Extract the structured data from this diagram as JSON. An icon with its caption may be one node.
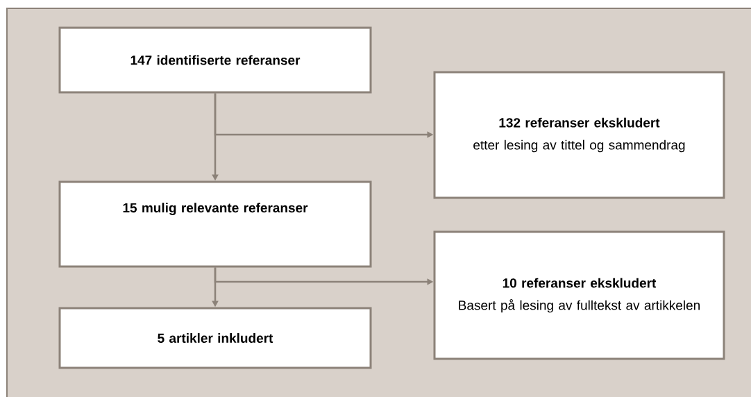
{
  "diagram": {
    "nodes": [
      {
        "text": [
          "147 identifiserte referanser"
        ]
      },
      {
        "text": [
          "132 referanser ekskludert",
          "etter lesing av tittel og sammendrag"
        ]
      },
      {
        "text": [
          "15 mulig relevante referanser"
        ]
      },
      {
        "text": [
          "10 referanser ekskludert",
          "Basert på lesing av fulltekst av artikkelen"
        ]
      },
      {
        "text": [
          "5 artikler inkludert"
        ]
      }
    ],
    "edges": [
      {
        "from": 0,
        "to": 2,
        "arrow": "to"
      },
      {
        "from": 0,
        "to": 1,
        "arrow": "to"
      },
      {
        "from": 2,
        "to": 4,
        "arrow": "to"
      },
      {
        "from": 2,
        "to": 3,
        "arrow": "to"
      }
    ]
  }
}
